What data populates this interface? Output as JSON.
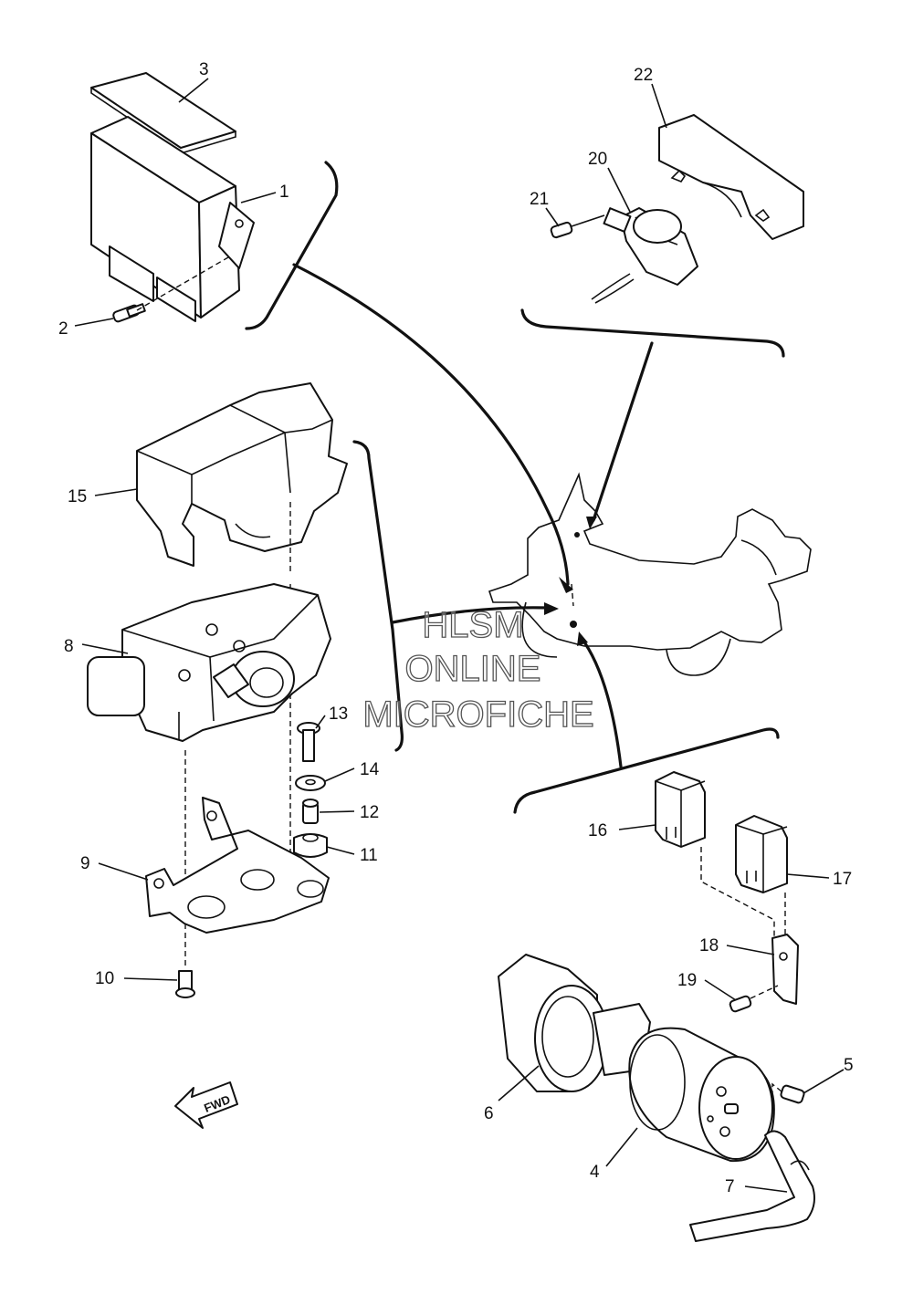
{
  "callouts": {
    "c1": "1",
    "c2": "2",
    "c3": "3",
    "c4": "4",
    "c5": "5",
    "c6": "6",
    "c7": "7",
    "c8": "8",
    "c9": "9",
    "c10": "10",
    "c11": "11",
    "c12": "12",
    "c13": "13",
    "c14": "14",
    "c15": "15",
    "c16": "16",
    "c17": "17",
    "c18": "18",
    "c19": "19",
    "c20": "20",
    "c21": "21",
    "c22": "22"
  },
  "fwd": "FWD",
  "watermark": {
    "line1": "HLSM",
    "line2": "ONLINE",
    "line3": "MICROFICHE"
  }
}
